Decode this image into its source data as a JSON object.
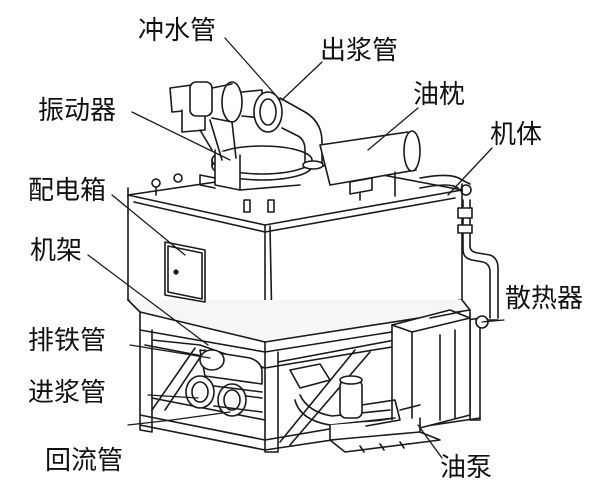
{
  "labels": {
    "flush_pipe": "冲水管",
    "slurry_out_pipe": "出浆管",
    "vibrator": "振动器",
    "oil_conservator": "油枕",
    "body": "机体",
    "distribution_box": "配电箱",
    "frame": "机架",
    "iron_discharge_pipe": "排铁管",
    "radiator": "散热器",
    "slurry_in_pipe": "进浆管",
    "return_pipe": "回流管",
    "oil_pump": "油泵"
  }
}
